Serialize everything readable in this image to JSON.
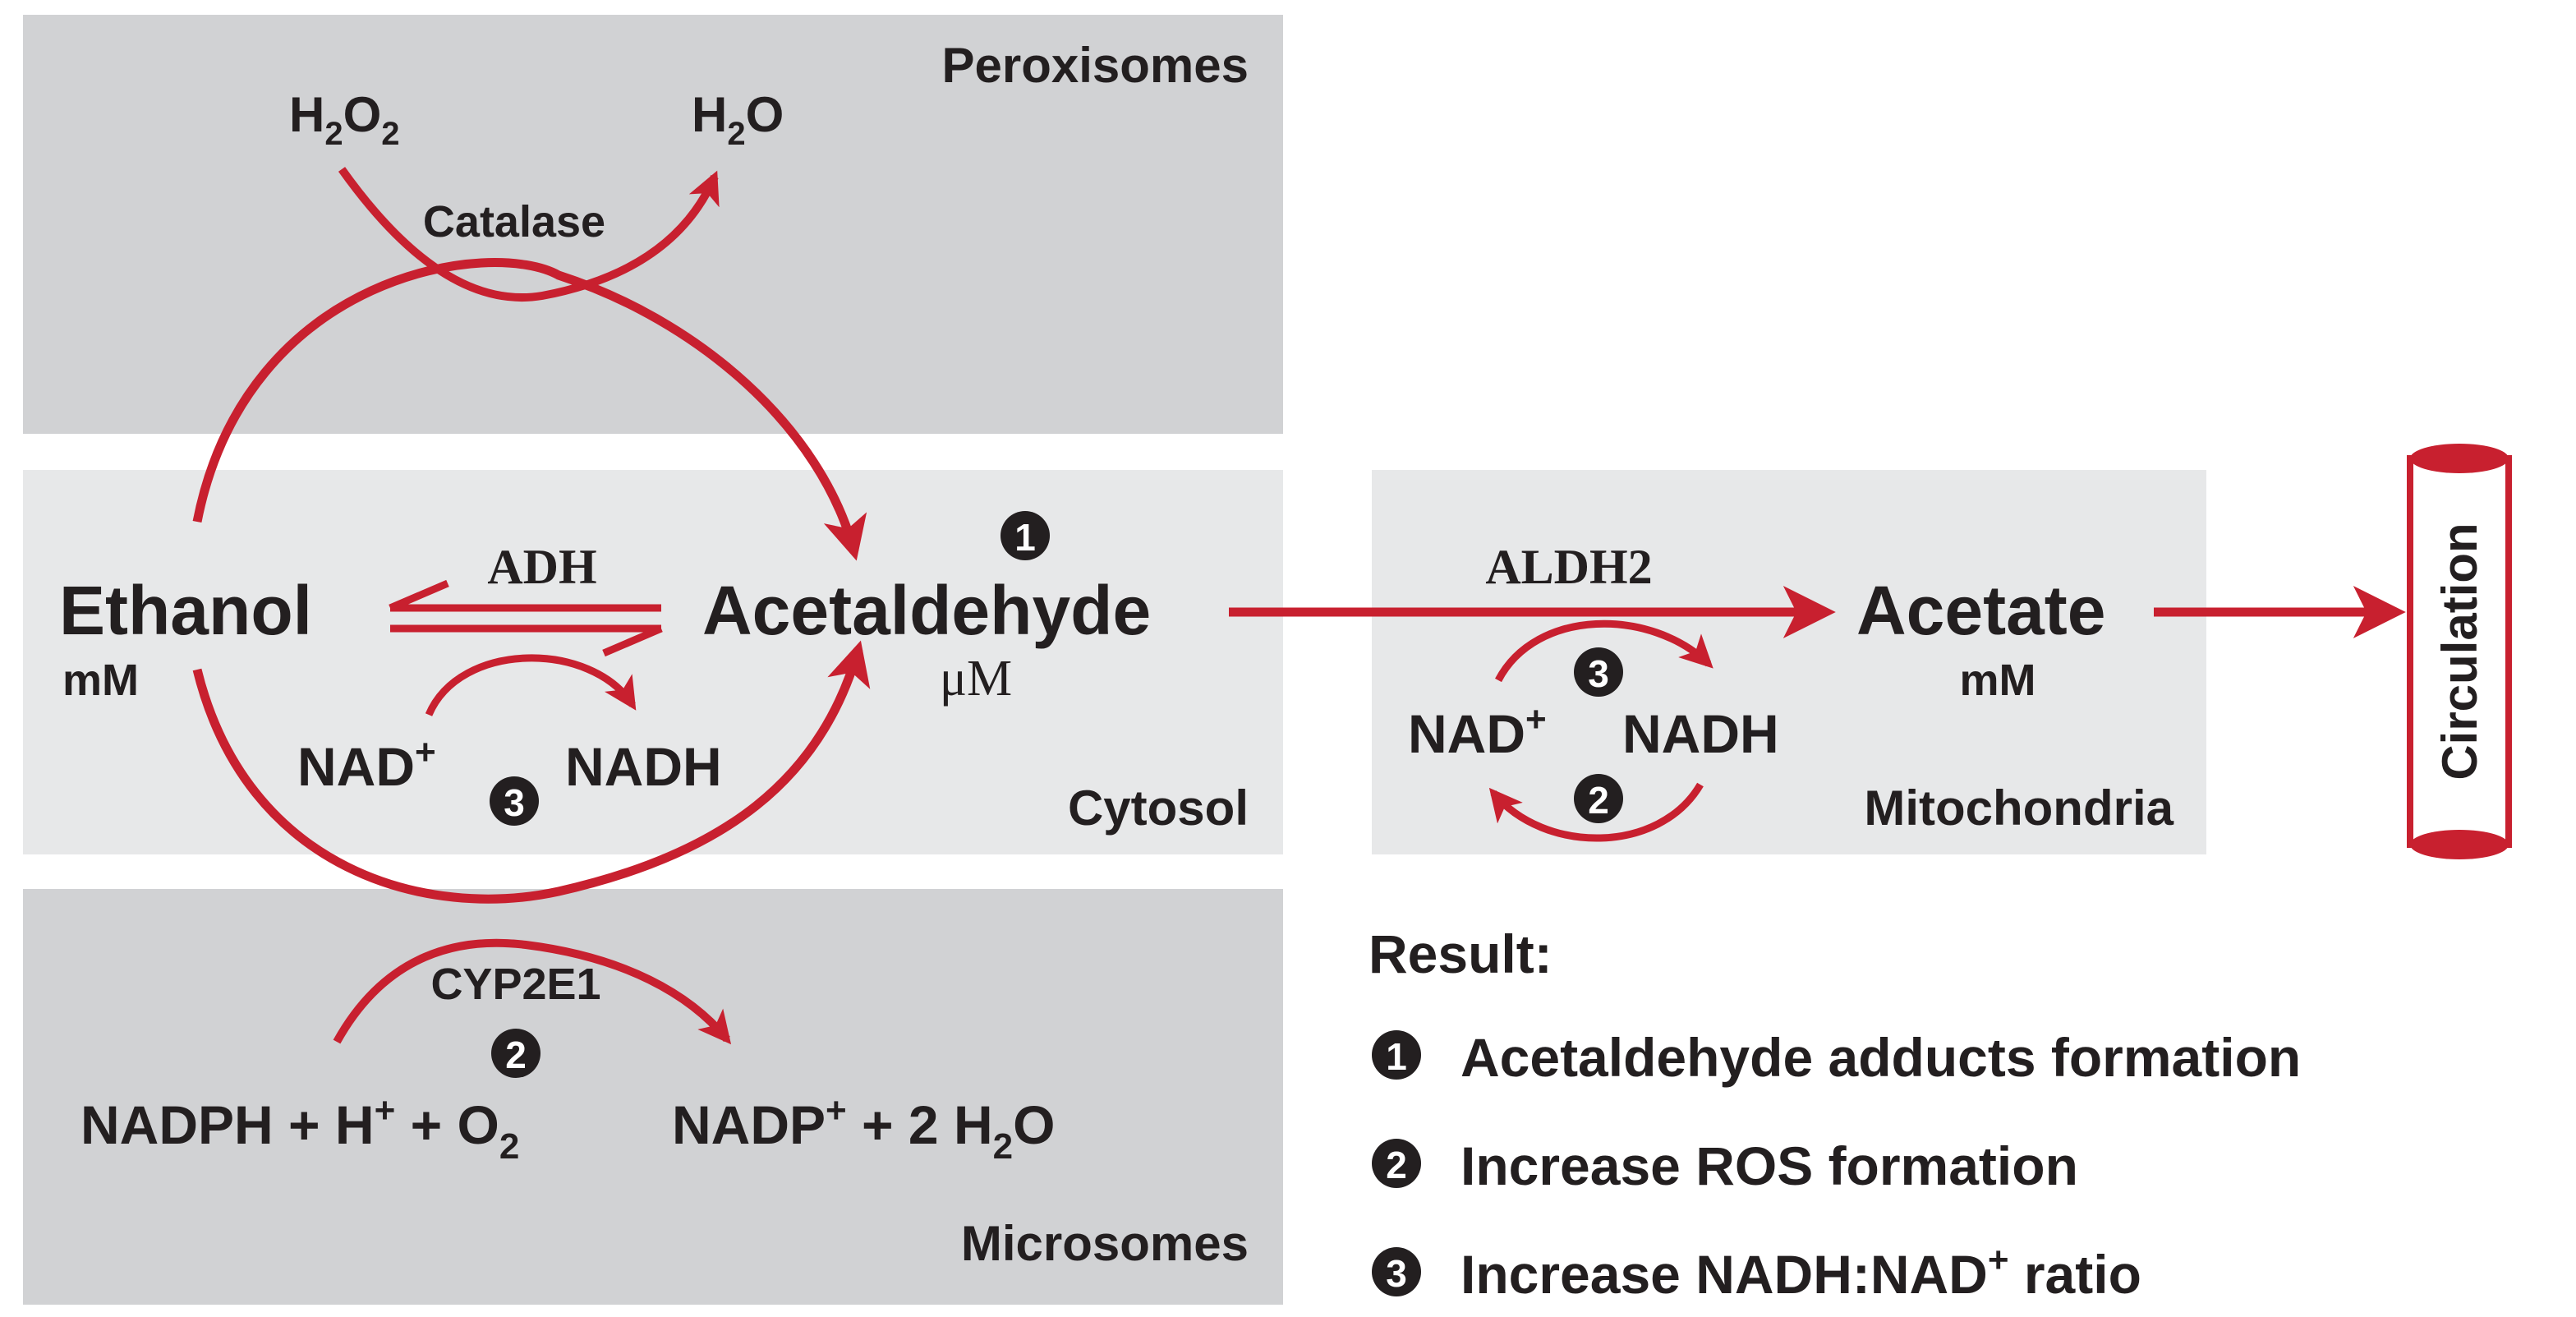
{
  "colors": {
    "arrow": "#c8202f",
    "text": "#231f20",
    "dark_panel": "#d1d2d4",
    "light_panel": "#e7e8e9",
    "marker_fill": "#231f20",
    "marker_text": "#ffffff"
  },
  "compartments": {
    "peroxisomes": "Peroxisomes",
    "cytosol": "Cytosol",
    "microsomes": "Microsomes",
    "mitochondria": "Mitochondria",
    "circulation": "Circulation"
  },
  "peroxisome_pathway": {
    "substrate_main": "H",
    "substrate_sub1": "2",
    "substrate_mid": "O",
    "substrate_sub2": "2",
    "product_main": "H",
    "product_sub": "2",
    "product_end": "O",
    "enzyme": "Catalase"
  },
  "cytosol_pathway": {
    "ethanol": "Ethanol",
    "ethanol_conc": "mM",
    "enzyme": "ADH",
    "acetaldehyde": "Acetaldehyde",
    "acetaldehyde_conc": "μM",
    "cofactor_in_main": "NAD",
    "cofactor_in_sup": "+",
    "cofactor_out": "NADH"
  },
  "microsome_pathway": {
    "enzyme": "CYP2E1",
    "reactant_a": "NADPH + H",
    "reactant_a_sup": "+",
    "reactant_b": " + O",
    "reactant_b_sub": "2",
    "product_a": "NADP",
    "product_a_sup": "+",
    "product_b": " + 2 H",
    "product_b_sub": "2",
    "product_c": "O"
  },
  "mitochondria_pathway": {
    "enzyme": "ALDH2",
    "acetate": "Acetate",
    "acetate_conc": "mM",
    "cofactor_in_main": "NAD",
    "cofactor_in_sup": "+",
    "cofactor_out": "NADH"
  },
  "markers": {
    "one": "1",
    "two": "2",
    "three": "3"
  },
  "result": {
    "heading": "Result:",
    "items": [
      {
        "marker": "1",
        "text": "Acetaldehyde adducts formation"
      },
      {
        "marker": "2",
        "text": "Increase ROS formation"
      },
      {
        "marker": "3",
        "text_main": "Increase NADH:NAD",
        "text_sup": "+",
        "text_end": " ratio"
      }
    ]
  }
}
